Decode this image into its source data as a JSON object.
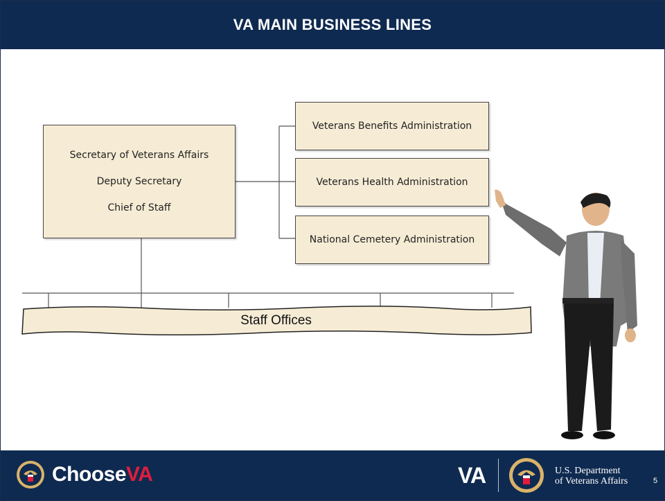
{
  "slide": {
    "title": "VA MAIN BUSINESS LINES",
    "page_number": "5"
  },
  "org_chart": {
    "executive_lines": [
      "Secretary of Veterans Affairs",
      "Deputy Secretary",
      "Chief of Staff"
    ],
    "administrations": [
      "Veterans Benefits Administration",
      "Veterans Health Administration",
      "National Cemetery Administration"
    ],
    "staff_offices": "Staff Offices"
  },
  "footer": {
    "choose_prefix": "Choose",
    "choose_check": "VA",
    "va_logo": "VA",
    "department_line1": "U.S. Department",
    "department_line2": "of Veterans Affairs"
  },
  "colors": {
    "navy": "#0f2a50",
    "box_fill": "#f6ecd5",
    "accent_red": "#e31c3d"
  }
}
